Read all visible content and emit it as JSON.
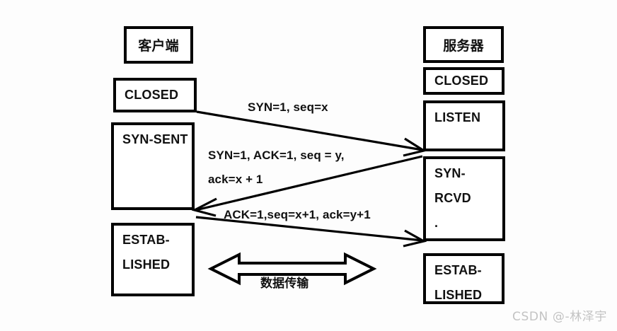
{
  "diagram": {
    "title": "TCP three-way handshake sequence diagram",
    "background_color": "#fdfdfd",
    "line_color": "#000000",
    "box_fill": "#ffffff"
  },
  "client": {
    "title": "客户端",
    "states": [
      {
        "id": "closed",
        "label": "CLOSED",
        "lines": [
          "CLOSED"
        ]
      },
      {
        "id": "syn-sent",
        "label": "SYN-SENT",
        "lines": [
          "SYN-SENT"
        ]
      },
      {
        "id": "established",
        "label": "ESTAB-LISHED",
        "lines": [
          "ESTAB-",
          "LISHED"
        ]
      }
    ]
  },
  "server": {
    "title": "服务器",
    "states": [
      {
        "id": "closed",
        "label": "CLOSED",
        "lines": [
          "CLOSED"
        ]
      },
      {
        "id": "listen",
        "label": "LISTEN",
        "lines": [
          "LISTEN"
        ]
      },
      {
        "id": "syn-rcvd",
        "label": "SYN-RCVD",
        "lines": [
          "SYN-",
          "RCVD",
          "."
        ]
      },
      {
        "id": "established",
        "label": "ESTAB-LISHED",
        "lines": [
          "ESTAB-",
          "LISHED"
        ]
      }
    ]
  },
  "messages": [
    {
      "id": "msg1",
      "direction": "client-to-server",
      "label": "SYN=1, seq=x",
      "lines": [
        "SYN=1, seq=x"
      ]
    },
    {
      "id": "msg2",
      "direction": "server-to-client",
      "label": "SYN=1, ACK=1, seq = y, ack=x + 1",
      "lines": [
        "SYN=1, ACK=1, seq = y,",
        "ack=x + 1"
      ]
    },
    {
      "id": "msg3",
      "direction": "client-to-server",
      "label": "ACK=1,seq=x+1, ack=y+1",
      "lines": [
        "ACK=1,seq=x+1, ack=y+1"
      ]
    }
  ],
  "data_transfer": {
    "label": "数据传输",
    "direction": "bidirectional"
  },
  "watermark": {
    "text": "CSDN @-林泽宇"
  }
}
